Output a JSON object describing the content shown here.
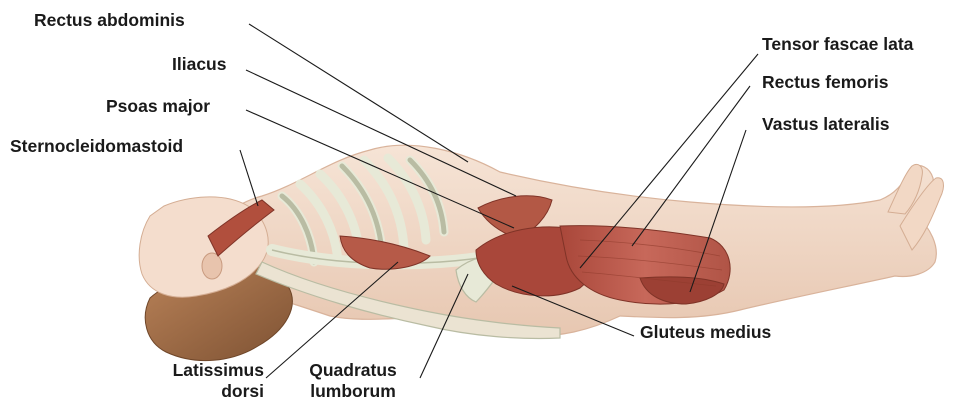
{
  "labels": {
    "rectus_abdominis": "Rectus abdominis",
    "iliacus": "Iliacus",
    "psoas_major": "Psoas major",
    "sternocleidomastoid": "Sternocleidomastoid",
    "tensor_fascae_lata": "Tensor fascae lata",
    "rectus_femoris": "Rectus femoris",
    "vastus_lateralis": "Vastus lateralis",
    "gluteus_medius": "Gluteus medius",
    "latissimus_dorsi_line1": "Latissimus",
    "latissimus_dorsi_line2": "dorsi",
    "quadratus_lumborum_line1": "Quadratus",
    "quadratus_lumborum_line2": "lumborum"
  },
  "colors": {
    "skin": "#f3dccb",
    "skin_shadow": "#e2bfa8",
    "muscle": "#b5523f",
    "muscle_dark": "#8e3a2b",
    "bone": "#e7e9d7",
    "bone_edge": "#b9bca3",
    "hair": "#9e6a44",
    "leader_line": "#1a1a1a"
  }
}
